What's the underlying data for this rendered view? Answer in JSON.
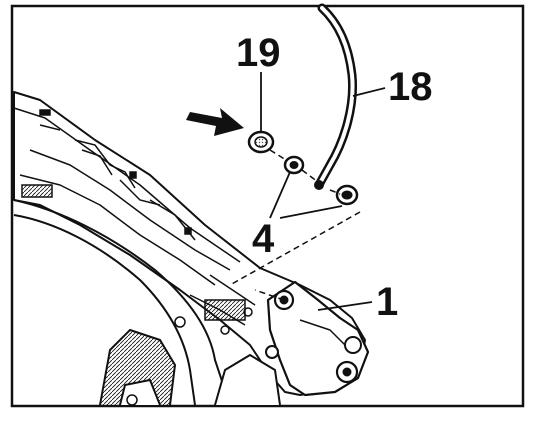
{
  "diagram": {
    "callouts": [
      {
        "id": "c19",
        "text": "19"
      },
      {
        "id": "c18",
        "text": "18"
      },
      {
        "id": "c4",
        "text": "4"
      },
      {
        "id": "c1",
        "text": "1"
      }
    ],
    "colors": {
      "ink": "#111111",
      "paper": "#ffffff",
      "shade": "#cfcfcf"
    }
  }
}
